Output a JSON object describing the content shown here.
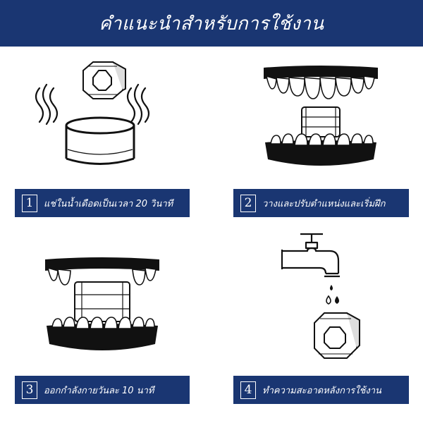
{
  "header": {
    "title": "คำแนะนำสำหรับการใช้งาน"
  },
  "steps": [
    {
      "number": "1",
      "text": "แช่ในน้ำเดือดเป็นเวลา 20 วินาที",
      "icon": "boiling-water-icon"
    },
    {
      "number": "2",
      "text": "วางและปรับตำแหน่งและเริ่มฝึก",
      "icon": "teeth-placement-icon"
    },
    {
      "number": "3",
      "text": "ออกกำลังกายวันละ 10 นาที",
      "icon": "teeth-biting-icon"
    },
    {
      "number": "4",
      "text": "ทำความสะอาดหลังการใช้งาน",
      "icon": "faucet-cleaning-icon"
    }
  ],
  "colors": {
    "banner": "#1a3672",
    "text": "#ffffff",
    "ink": "#111111"
  }
}
